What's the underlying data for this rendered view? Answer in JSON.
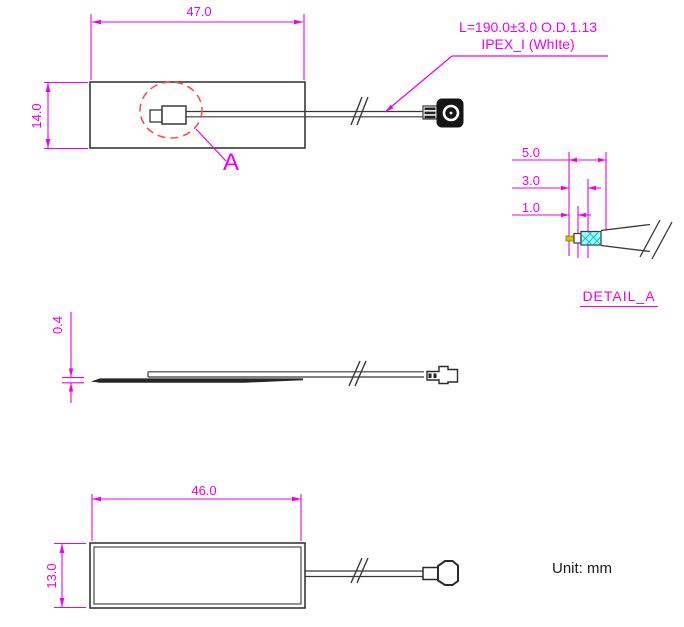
{
  "drawing": {
    "unit_note": "Unit: mm",
    "top_view": {
      "width_dim": "47.0",
      "height_dim": "14.0",
      "detail_callout": "A",
      "cable_label_line1": "L=190.0±3.0 O.D.1.13",
      "cable_label_line2": "IPEX_I (WhIte)"
    },
    "detail_a": {
      "dim_5": "5.0",
      "dim_3": "3.0",
      "dim_1": "1.0",
      "title": "DETAIL_A"
    },
    "side_view": {
      "thickness_dim": "0.4"
    },
    "bottom_view": {
      "width_dim": "46.0",
      "height_dim": "13.0"
    },
    "colors": {
      "dimension_magenta": "#ee00ee",
      "detail_circle_red": "#ff5050",
      "line_dark": "#383838",
      "braid_cyan": "#99ffff",
      "pin_yellow": "#d4c400"
    }
  }
}
